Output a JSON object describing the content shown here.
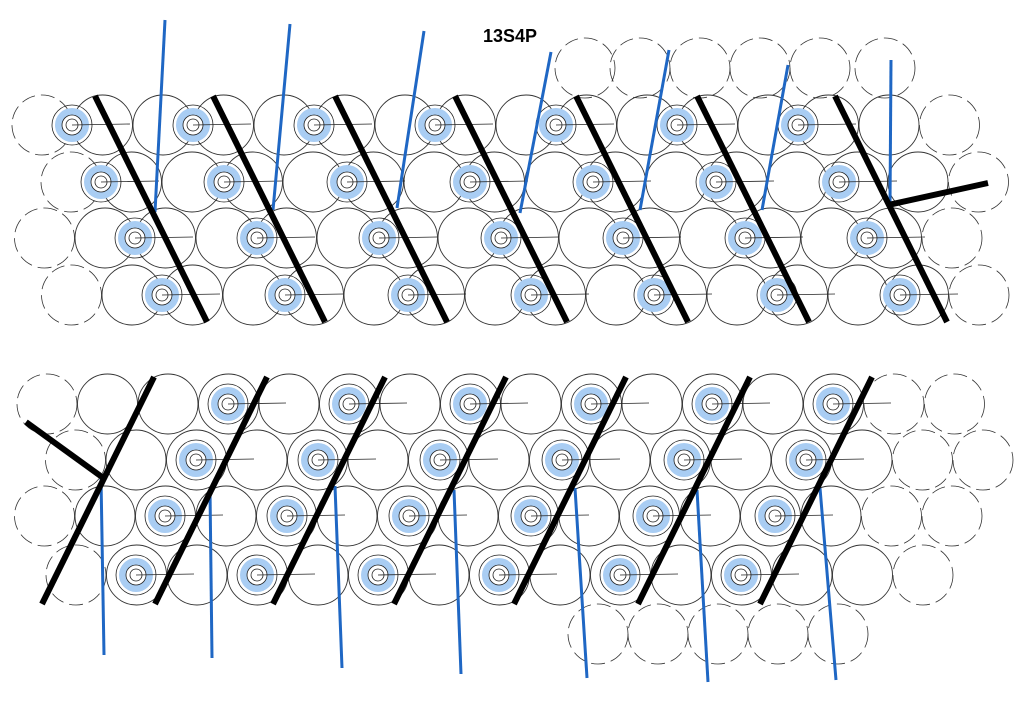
{
  "title": "13S4P",
  "colors": {
    "cell_fill": "#a9cdf3",
    "cell_stroke": "#222222",
    "ghost_stroke": "#333333",
    "bus_bar": "#000000",
    "sense_wire": "#1f67c4",
    "background": "#ffffff"
  },
  "icons": {
    "cell": "battery-cell-icon",
    "ghost": "dashed-cell-outline"
  },
  "pack": {
    "series_groups": 13,
    "parallel_cells": 4,
    "rows_per_block": 4,
    "top_block_groups": 7,
    "bottom_block_groups": 6
  }
}
